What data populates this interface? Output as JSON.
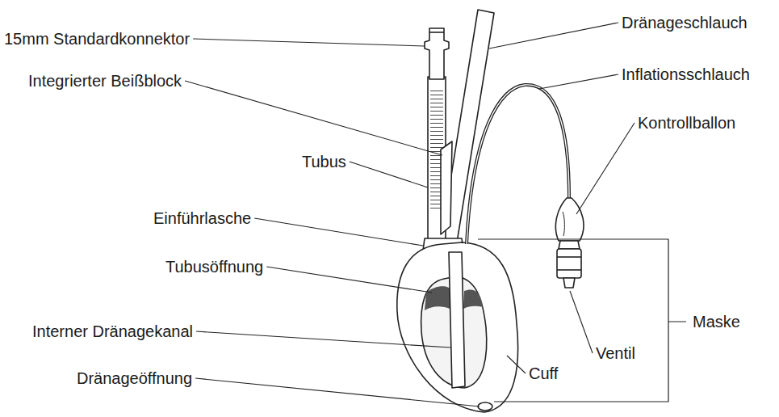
{
  "diagram": {
    "labels": [
      "15mm Standardkonnektor",
      "Integrierter Beißblock",
      "Tubus",
      "Einführlasche",
      "Tubusöffnung",
      "Interner Dränagekanal",
      "Dränageöffnung",
      "Dränageschlauch",
      "Inflationsschlauch",
      "Kontrollballon",
      "Ventil",
      "Cuff",
      "Maske"
    ]
  }
}
